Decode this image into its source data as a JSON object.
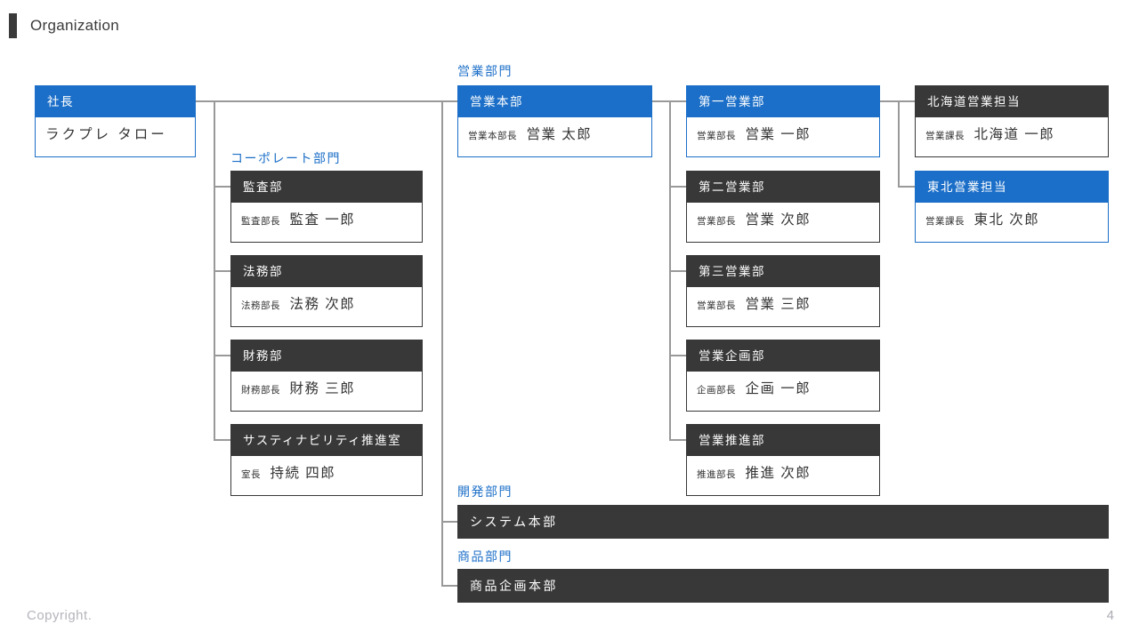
{
  "page": {
    "title": "Organization",
    "footer": "Copyright.",
    "page_number": "4"
  },
  "colors": {
    "accent_blue": "#1c6fc8",
    "dark_gray": "#383838",
    "line_gray": "#999999"
  },
  "chart": {
    "president": {
      "title": "社長",
      "name": "ラクプレ タロー"
    },
    "corporate": {
      "label": "コーポレート部門",
      "boxes": [
        {
          "title": "監査部",
          "role": "監査部長",
          "name": "監査 一郎"
        },
        {
          "title": "法務部",
          "role": "法務部長",
          "name": "法務 次郎"
        },
        {
          "title": "財務部",
          "role": "財務部長",
          "name": "財務 三郎"
        },
        {
          "title": "サスティナビリティ推進室",
          "role": "室長",
          "name": "持続 四郎"
        }
      ]
    },
    "sales": {
      "label": "営業部門",
      "hq": {
        "title": "営業本部",
        "role": "営業本部長",
        "name": "営業 太郎"
      },
      "departments": [
        {
          "title": "第一営業部",
          "role": "営業部長",
          "name": "営業 一郎"
        },
        {
          "title": "第二営業部",
          "role": "営業部長",
          "name": "営業 次郎"
        },
        {
          "title": "第三営業部",
          "role": "営業部長",
          "name": "営業 三郎"
        },
        {
          "title": "営業企画部",
          "role": "企画部長",
          "name": "企画 一郎"
        },
        {
          "title": "営業推進部",
          "role": "推進部長",
          "name": "推進 次郎"
        }
      ],
      "regions": [
        {
          "title": "北海道営業担当",
          "role": "営業課長",
          "name": "北海道 一郎"
        },
        {
          "title": "東北営業担当",
          "role": "営業課長",
          "name": "東北 次郎"
        }
      ]
    },
    "development": {
      "label": "開発部門",
      "bar_title": "システム本部"
    },
    "product": {
      "label": "商品部門",
      "bar_title": "商品企画本部"
    }
  }
}
